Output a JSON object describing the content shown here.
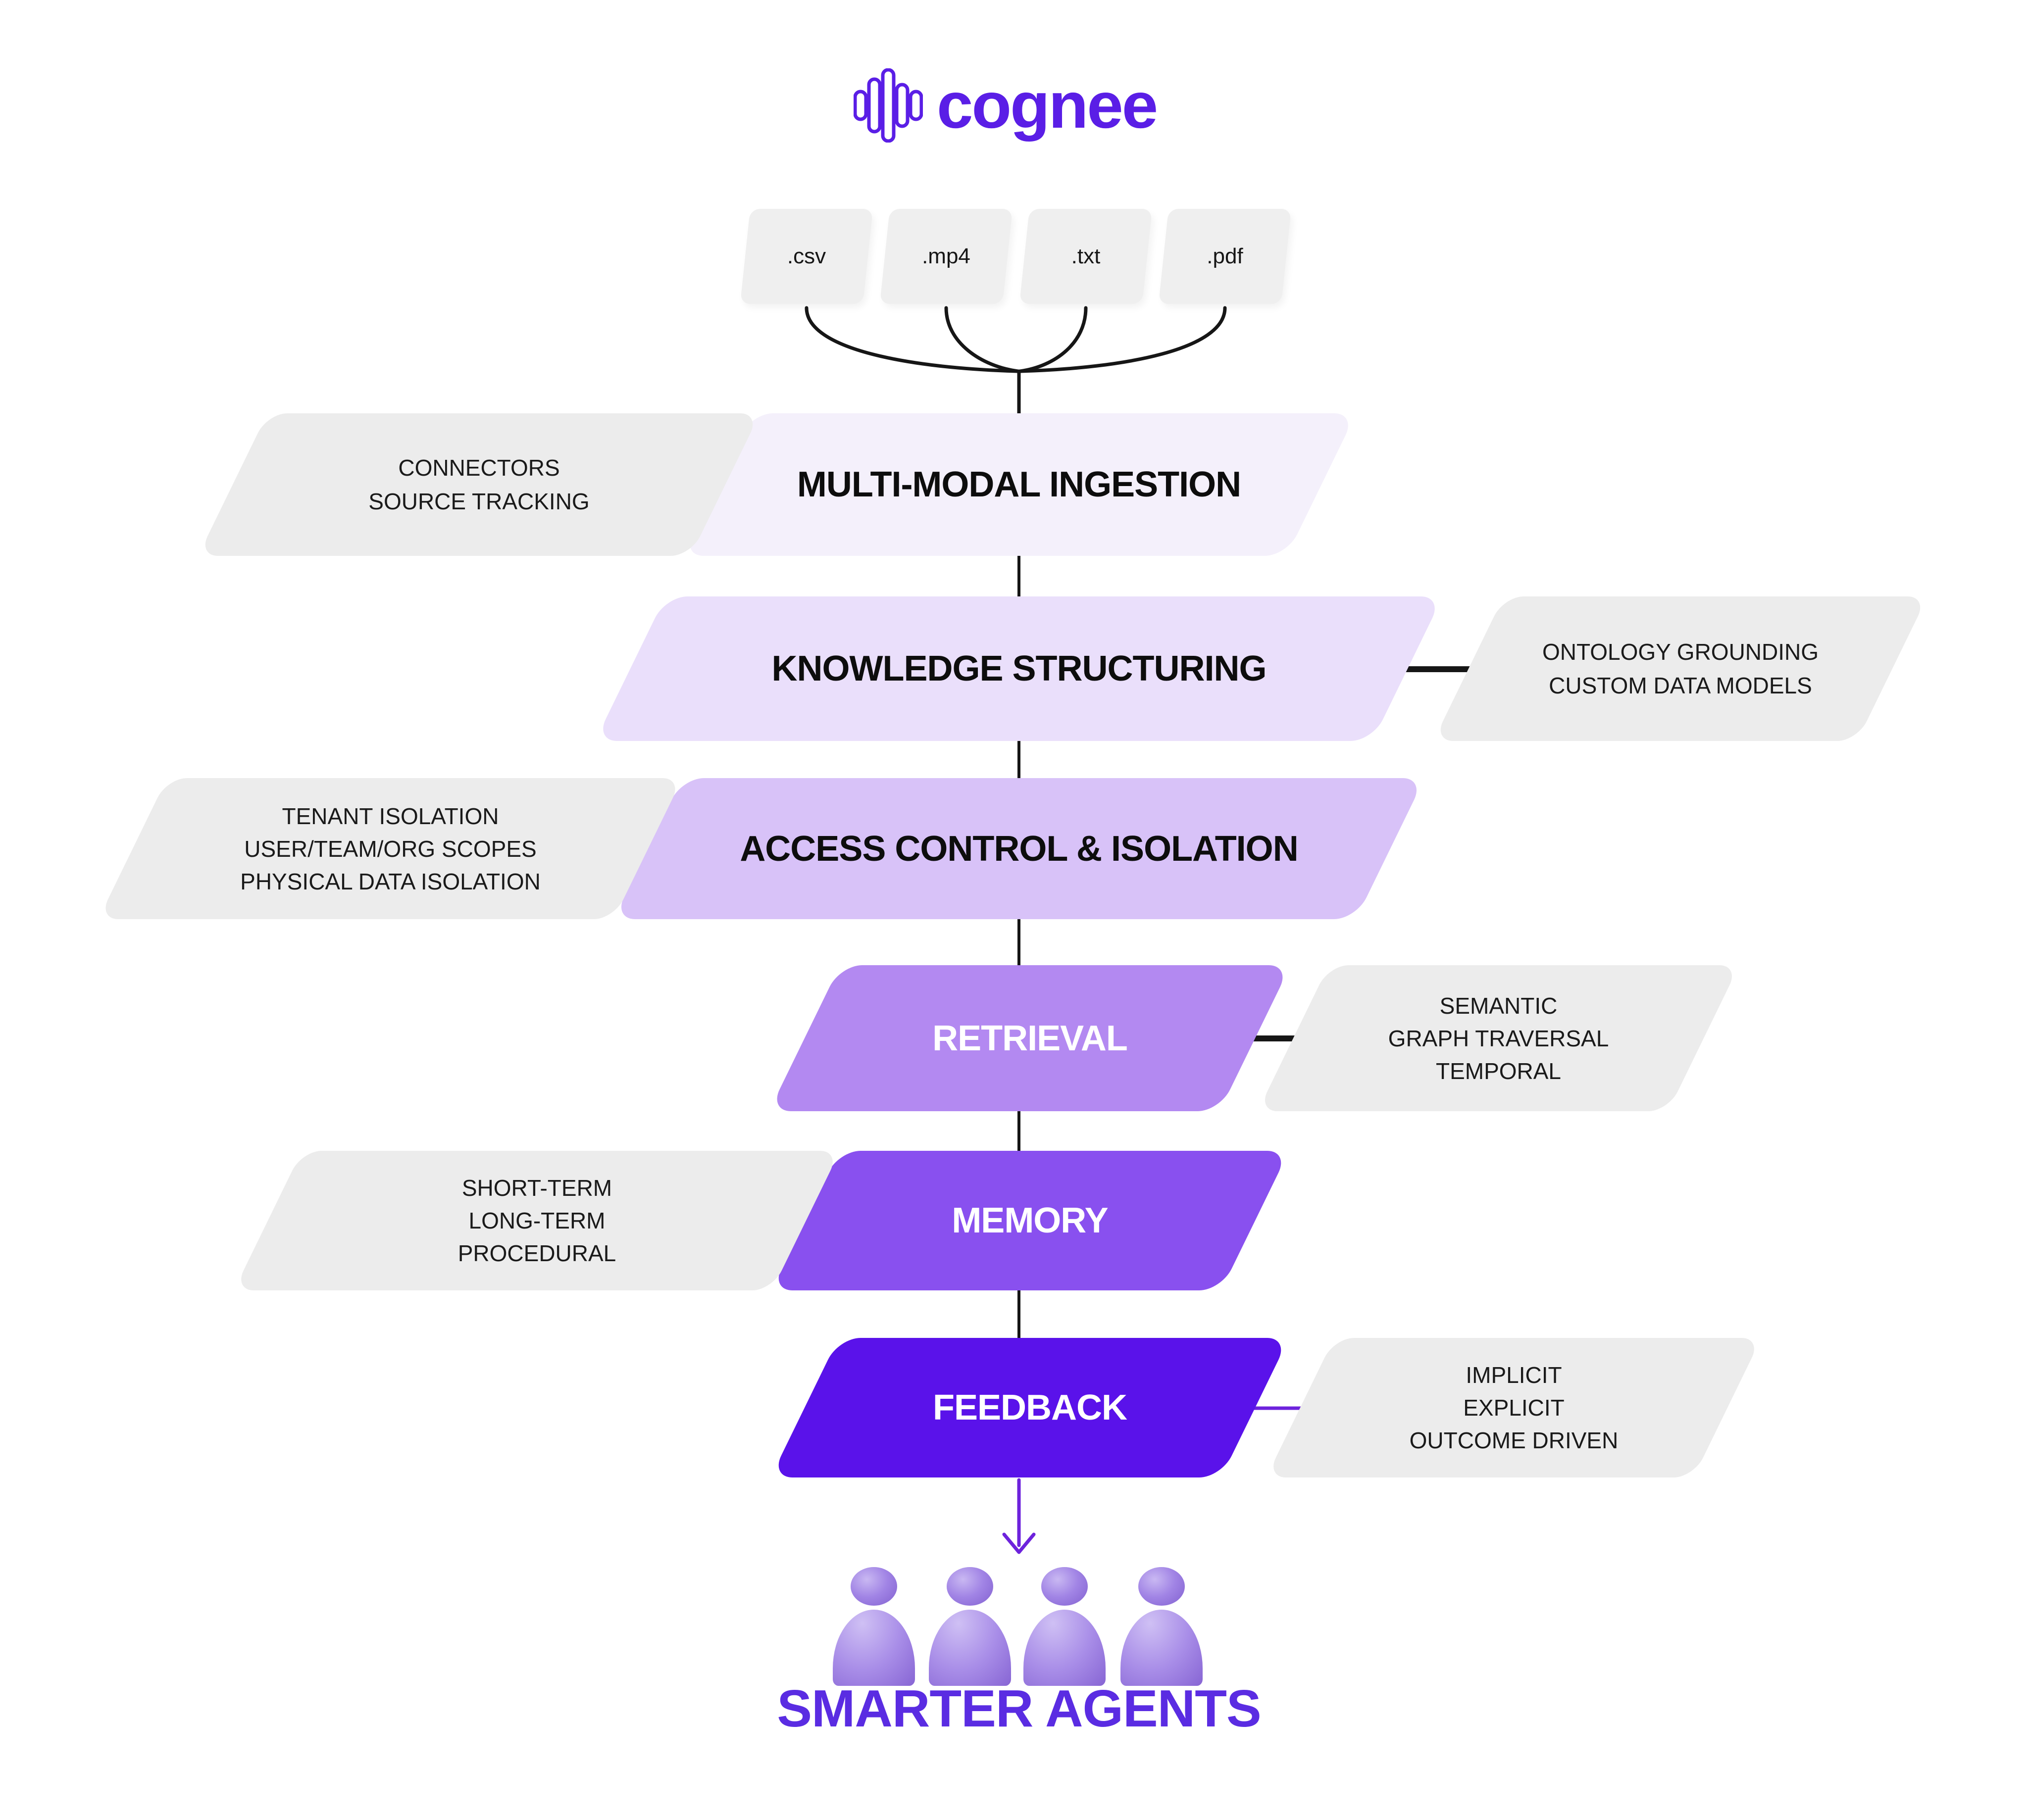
{
  "logo": {
    "brand": "cognee",
    "icon": "waveform-icon",
    "color": "#5a1ee6"
  },
  "input_files": [
    ".csv",
    ".mp4",
    ".txt",
    ".pdf"
  ],
  "pipeline": [
    {
      "label": "MULTI-MODAL INGESTION",
      "fill": "#f4f0fb",
      "text_color": "#0d0d0d"
    },
    {
      "label": "KNOWLEDGE STRUCTURING",
      "fill": "#eadffb",
      "text_color": "#0d0d0d"
    },
    {
      "label": "ACCESS CONTROL & ISOLATION",
      "fill": "#d8c2f8",
      "text_color": "#0d0d0d"
    },
    {
      "label": "RETRIEVAL",
      "fill": "#b389f1",
      "text_color": "#ffffff"
    },
    {
      "label": "MEMORY",
      "fill": "#8950ef",
      "text_color": "#ffffff"
    },
    {
      "label": "FEEDBACK",
      "fill": "#5a12ea",
      "text_color": "#ffffff"
    }
  ],
  "annotations": [
    {
      "side": "left",
      "lines": [
        "CONNECTORS",
        "SOURCE TRACKING"
      ]
    },
    {
      "side": "right",
      "lines": [
        "ONTOLOGY GROUNDING",
        "CUSTOM DATA MODELS"
      ]
    },
    {
      "side": "left",
      "lines": [
        "TENANT ISOLATION",
        "USER/TEAM/ORG SCOPES",
        "PHYSICAL DATA ISOLATION"
      ]
    },
    {
      "side": "right",
      "lines": [
        "SEMANTIC",
        "GRAPH TRAVERSAL",
        "TEMPORAL"
      ]
    },
    {
      "side": "left",
      "lines": [
        "SHORT-TERM",
        "LONG-TERM",
        "PROCEDURAL"
      ]
    },
    {
      "side": "right",
      "lines": [
        "IMPLICIT",
        "EXPLICIT",
        "OUTCOME DRIVEN"
      ]
    }
  ],
  "outcome": {
    "title": "SMARTER AGENTS",
    "agent_count": 4,
    "color": "#5a2ce2"
  },
  "colors": {
    "background": "#ffffff",
    "annotation_fill": "#ececec",
    "chip_fill": "#efefef",
    "arrow_black": "#161616",
    "arrow_gray": "#8a8a8a",
    "arrow_purple": "#6d22dc",
    "agent_purple": "#a98ee8"
  }
}
